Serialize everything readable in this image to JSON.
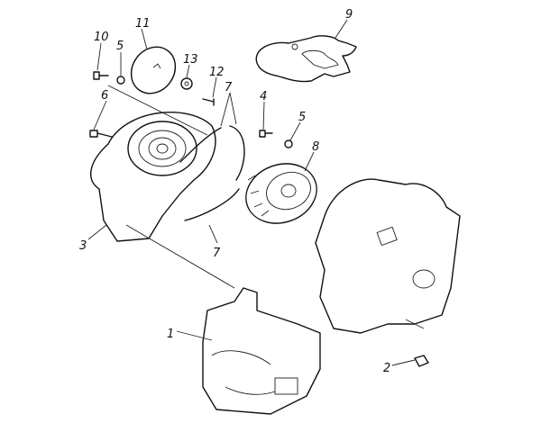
{
  "diagram": {
    "type": "exploded parts diagram",
    "callouts": [
      {
        "id": "c10",
        "text": "10"
      },
      {
        "id": "c5a",
        "text": "5"
      },
      {
        "id": "c11",
        "text": "11"
      },
      {
        "id": "c13",
        "text": "13"
      },
      {
        "id": "c12",
        "text": "12"
      },
      {
        "id": "c9",
        "text": "9"
      },
      {
        "id": "c7a",
        "text": "7"
      },
      {
        "id": "c4",
        "text": "4"
      },
      {
        "id": "c5b",
        "text": "5"
      },
      {
        "id": "c6",
        "text": "6"
      },
      {
        "id": "c8",
        "text": "8"
      },
      {
        "id": "c3",
        "text": "3"
      },
      {
        "id": "c7b",
        "text": "7"
      },
      {
        "id": "c1",
        "text": "1"
      },
      {
        "id": "c2",
        "text": "2"
      }
    ]
  }
}
